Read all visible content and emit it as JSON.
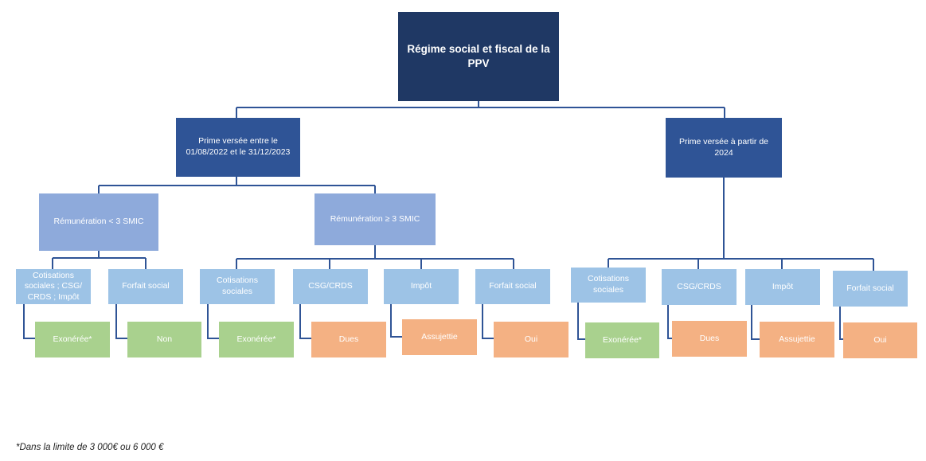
{
  "root": "Régime social et fiscal de la PPV",
  "branches": {
    "period_2022_2023": "Prime versée entre le 01/08/2022 et le 31/12/2023",
    "from_2024": "Prime versée à partir de 2024"
  },
  "salary": {
    "below": "Rémunération < 3 SMIC",
    "above": "Rémunération ≥ 3 SMIC"
  },
  "categories": {
    "cotis_csg_crds_impot": "Cotisations sociales ; CSG/ CRDS ; Impôt",
    "forfait": "Forfait social",
    "cotisations": "Cotisations sociales",
    "csg": "CSG/CRDS",
    "impot": "Impôt"
  },
  "values": {
    "exoneree": "Exonérée*",
    "non": "Non",
    "dues": "Dues",
    "assujettie": "Assujettie",
    "oui": "Oui"
  },
  "colors": {
    "root": "#1f3864",
    "level1": "#2f5496",
    "level2": "#8eaadb",
    "level3": "#9dc3e6",
    "exempt": "#a9d18e",
    "due": "#f4b183",
    "connector": "#2f5496"
  },
  "footnote": "*Dans la limite de 3 000€ ou 6 000 €"
}
